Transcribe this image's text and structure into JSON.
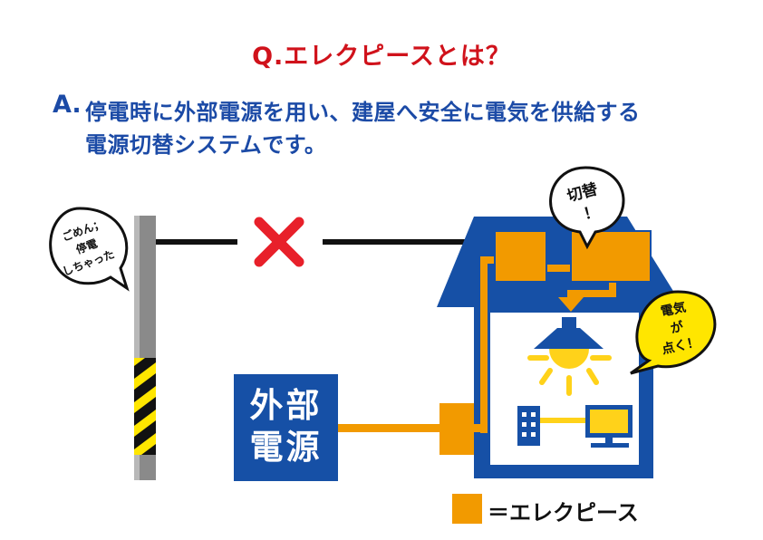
{
  "heading": {
    "question": "Q.エレクピースとは？",
    "answer_label": "A.",
    "answer_line1": "停電時に外部電源を用い、建屋へ安全に電気を供給する",
    "answer_line2": "電源切替システムです。"
  },
  "bubbles": {
    "pole_line1": "ごめん；",
    "pole_line2": "停電",
    "pole_line3": "しちゃった",
    "switch_line1": "切替",
    "switch_line2": "！",
    "light_line1": "電気",
    "light_line2": "が",
    "light_line3": "点く！"
  },
  "external_source": {
    "line1": "外部",
    "line2": "電源"
  },
  "legend": {
    "label": "＝エレクピース"
  },
  "colors": {
    "question_red": "#d0121b",
    "answer_blue": "#1b4aa6",
    "house_blue": "#1650a6",
    "elecpiece_orange": "#f29a00",
    "bulb_yellow": "#ffd21a",
    "cross_red": "#e8202a",
    "pole_gray": "#8a8a8a"
  }
}
